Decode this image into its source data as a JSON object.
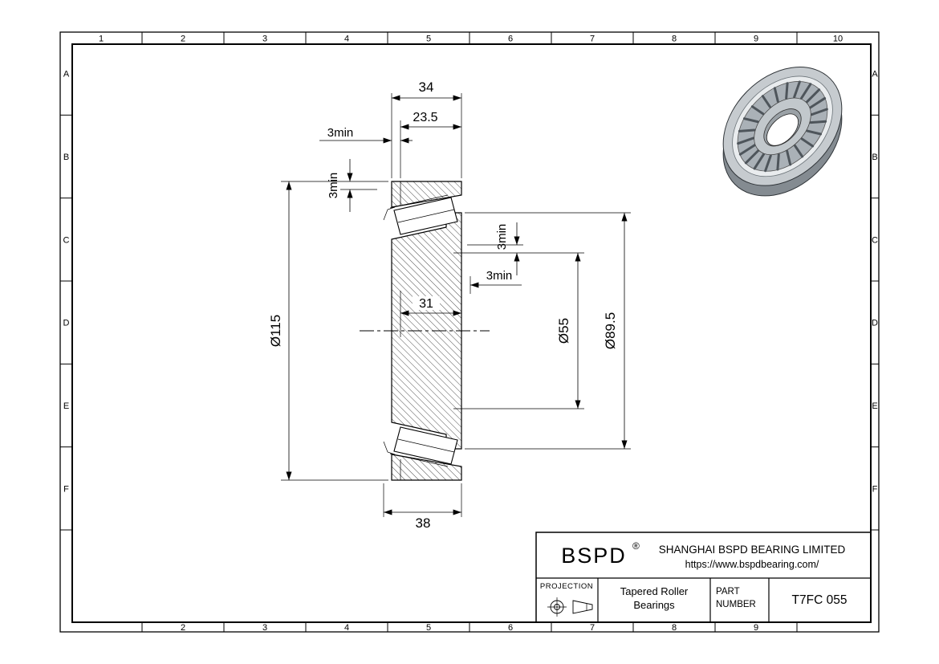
{
  "sheet": {
    "background": "#ffffff",
    "line_color": "#000000"
  },
  "grid": {
    "columns_top": [
      "1",
      "2",
      "3",
      "4",
      "5",
      "6",
      "7",
      "8",
      "9",
      "10"
    ],
    "columns_bottom": [
      "2",
      "3",
      "4",
      "5",
      "6",
      "7",
      "8",
      "9"
    ],
    "rows_left": [
      "A",
      "B",
      "C",
      "D",
      "E",
      "F"
    ],
    "rows_right": [
      "A",
      "B",
      "C",
      "D",
      "E",
      "F"
    ]
  },
  "drawing": {
    "dimensions": {
      "overall_width": "34",
      "cup_width": "23.5",
      "front_clearance": "3min",
      "left_radial_clearance": "3min",
      "right_radial_clearance": "3min",
      "back_clearance": "3min",
      "outer_diameter": "Ø115",
      "cone_width": "31",
      "bore_diameter": "Ø55",
      "rib_diameter": "Ø89.5",
      "inner_width": "38"
    }
  },
  "title_block": {
    "brand": "BSPD",
    "registered_mark": "®",
    "company": "SHANGHAI BSPD BEARING LIMITED",
    "website": "https://www.bspdbearing.com/",
    "projection_label": "PROJECTION",
    "product_line1": "Tapered Roller",
    "product_line2": "Bearings",
    "part_label_line1": "PART",
    "part_label_line2": "NUMBER",
    "part_number": "T7FC 055"
  }
}
